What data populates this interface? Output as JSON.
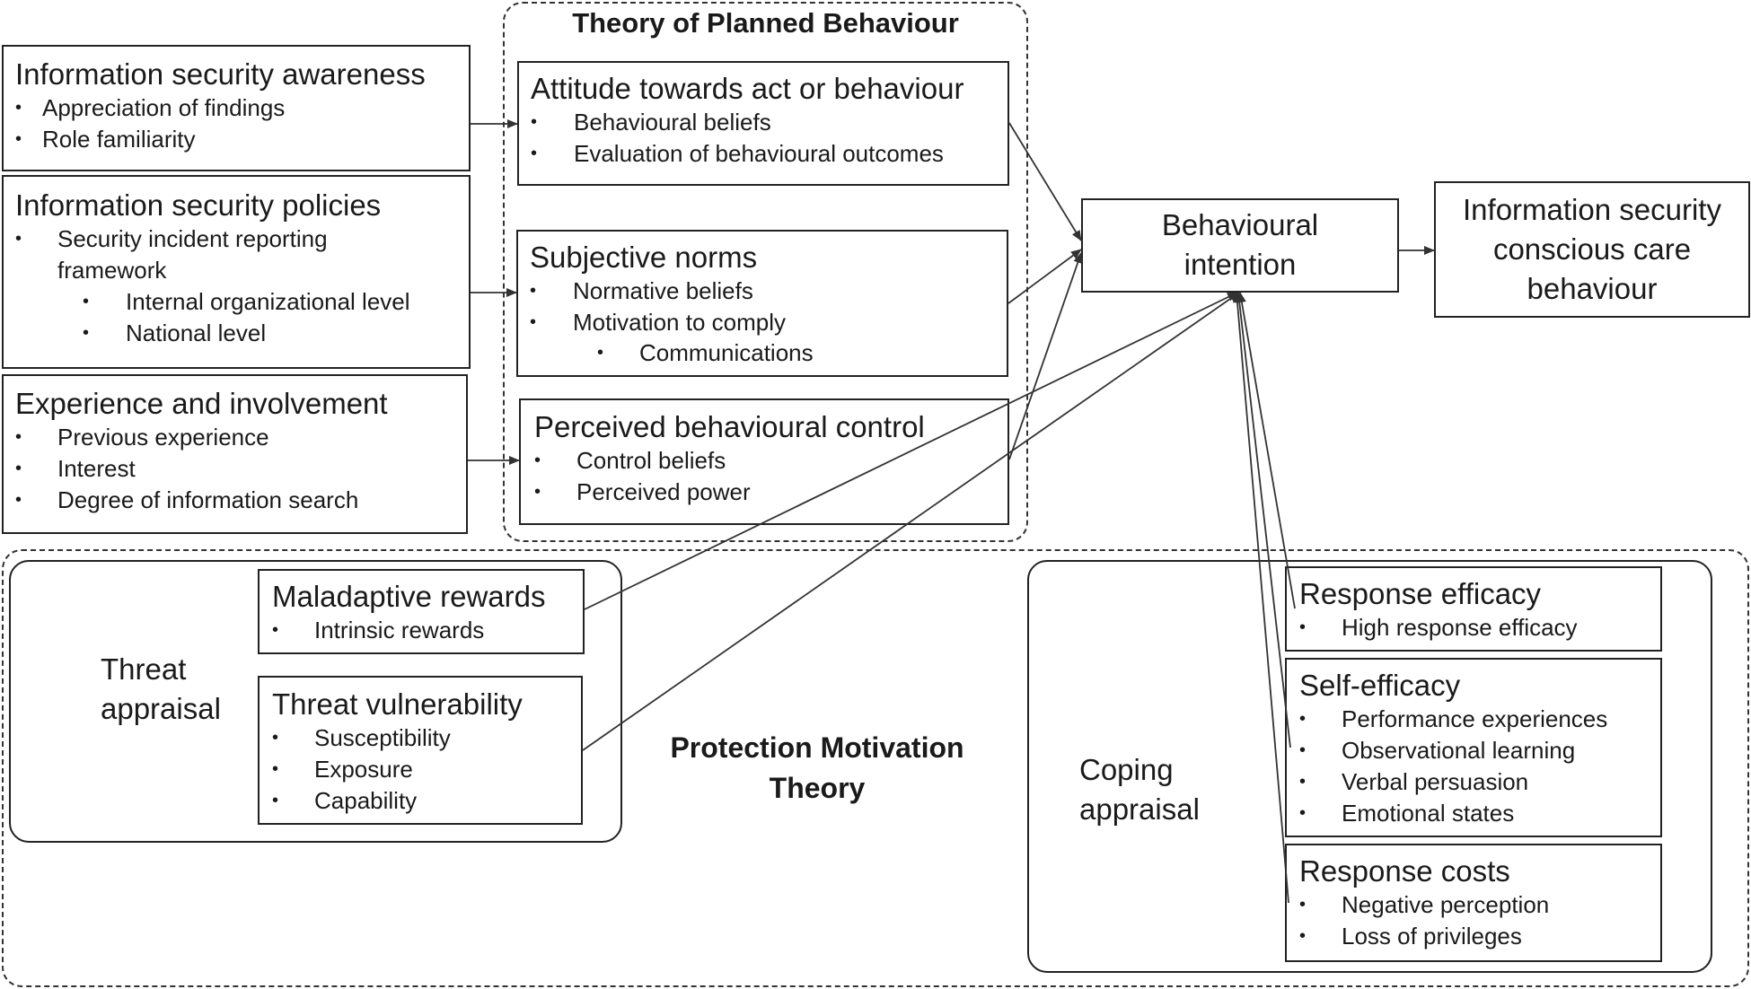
{
  "tpb": {
    "title": "Theory of Planned Behaviour",
    "attitude": {
      "title": "Attitude towards act or behaviour",
      "items": [
        "Behavioural beliefs",
        "Evaluation of behavioural outcomes"
      ]
    },
    "subjective": {
      "title": "Subjective norms",
      "items": [
        "Normative beliefs",
        "Motivation to comply"
      ],
      "subitems": [
        "Communications"
      ]
    },
    "pbc": {
      "title": "Perceived behavioural control",
      "items": [
        "Control beliefs",
        "Perceived power"
      ]
    }
  },
  "left": {
    "awareness": {
      "title": "Information security awareness",
      "items": [
        "Appreciation of findings",
        "Role familiarity"
      ]
    },
    "policies": {
      "title": "Information security policies",
      "item1_line1": "Security incident reporting",
      "item1_line2": "framework",
      "subitems": [
        "Internal organizational level",
        "National level"
      ]
    },
    "experience": {
      "title": "Experience and involvement",
      "items": [
        "Previous experience",
        "Interest",
        "Degree of information search"
      ]
    }
  },
  "intention": {
    "line1": "Behavioural",
    "line2": "intention"
  },
  "outcome": {
    "line1": "Information security",
    "line2": "conscious care",
    "line3": "behaviour"
  },
  "pmt": {
    "title_line1": "Protection Motivation",
    "title_line2": "Theory",
    "threat": {
      "label_line1": "Threat",
      "label_line2": "appraisal",
      "maladaptive": {
        "title": "Maladaptive rewards",
        "items": [
          "Intrinsic rewards"
        ]
      },
      "vulnerability": {
        "title": "Threat vulnerability",
        "items": [
          "Susceptibility",
          "Exposure",
          "Capability"
        ]
      }
    },
    "coping": {
      "label_line1": "Coping",
      "label_line2": "appraisal",
      "response_efficacy": {
        "title": "Response efficacy",
        "items": [
          "High response efficacy"
        ]
      },
      "self_efficacy": {
        "title": "Self-efficacy",
        "items": [
          "Performance experiences",
          "Observational learning",
          "Verbal persuasion",
          "Emotional states"
        ]
      },
      "response_costs": {
        "title": "Response costs",
        "items": [
          "Negative perception",
          "Loss of privileges"
        ]
      }
    }
  }
}
